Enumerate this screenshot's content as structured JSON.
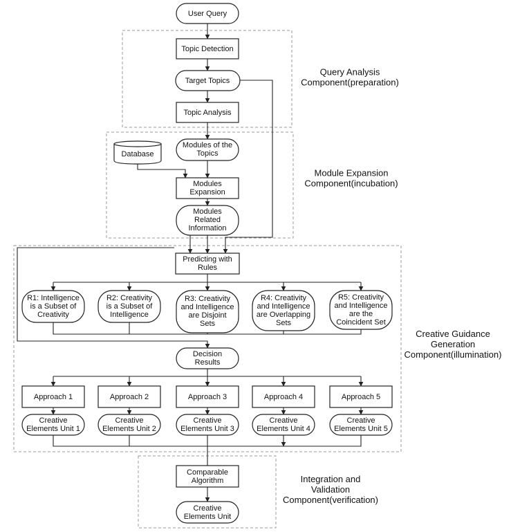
{
  "nodes": {
    "user_query": [
      "User Query"
    ],
    "topic_detection": [
      "Topic Detection"
    ],
    "target_topics": [
      "Target Topics"
    ],
    "topic_analysis": [
      "Topic Analysis"
    ],
    "database": [
      "Database"
    ],
    "modules_topics": [
      "Modules of the",
      "Topics"
    ],
    "modules_expansion": [
      "Modules",
      "Expansion"
    ],
    "modules_related": [
      "Modules",
      "Related",
      "Information"
    ],
    "predicting_rules": [
      "Predicting with",
      "Rules"
    ],
    "r1": [
      "R1: Intelligence",
      "is a Subset of",
      "Creativity"
    ],
    "r2": [
      "R2:  Creativity",
      "is a Subset of",
      "Intelligence"
    ],
    "r3": [
      "R3: Creativity",
      "and Intelligence",
      "are Disjoint",
      "Sets"
    ],
    "r4": [
      "R4: Creativity",
      "and Intelligence",
      "are Overlapping",
      "Sets"
    ],
    "r5": [
      "R5: Creativity",
      "and Intelligence",
      "are the",
      "Coincident Set"
    ],
    "decision_results": [
      "Decision",
      "Results"
    ],
    "approach1": [
      "Approach 1"
    ],
    "approach2": [
      "Approach 2"
    ],
    "approach3": [
      "Approach 3"
    ],
    "approach4": [
      "Approach 4"
    ],
    "approach5": [
      "Approach 5"
    ],
    "ceu1": [
      "Creative",
      "Elements Unit 1"
    ],
    "ceu2": [
      "Creative",
      "Elements Unit 2"
    ],
    "ceu3": [
      "Creative",
      "Elements Unit 3"
    ],
    "ceu4": [
      "Creative",
      "Elements Unit 4"
    ],
    "ceu5": [
      "Creative",
      "Elements Unit 5"
    ],
    "comparable_algorithm": [
      "Comparable",
      "Algorithm"
    ],
    "creative_elements_unit": [
      "Creative",
      "Elements Unit"
    ]
  },
  "groups": {
    "query_analysis": [
      "Query Analysis",
      "Component(preparation)"
    ],
    "module_expansion": [
      "Module Expansion",
      "Component(incubation)"
    ],
    "creative_guidance": [
      "Creative Guidance",
      "Generation",
      "Component(illumination)"
    ],
    "integration_validation": [
      "Integration and",
      "Validation",
      "Component(verification)"
    ]
  }
}
